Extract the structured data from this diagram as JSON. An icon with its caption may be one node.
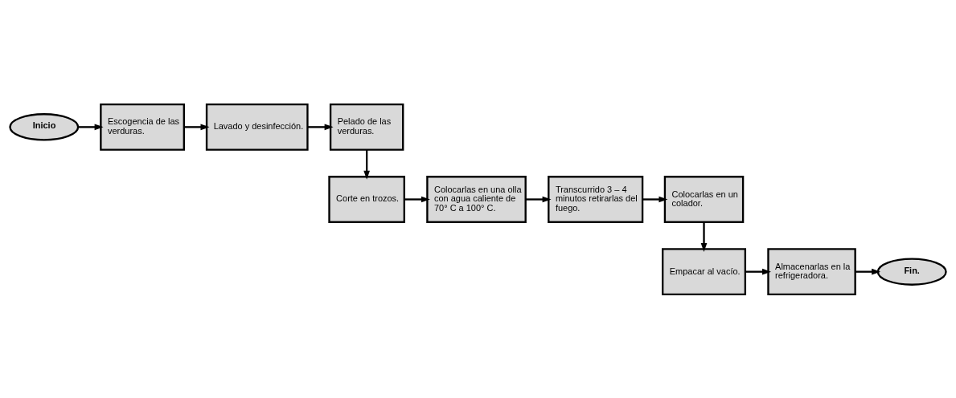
{
  "diagram": {
    "nodes": [
      {
        "text": [
          "Inicio"
        ]
      },
      {
        "text": [
          "Escogencia de las verduras."
        ]
      },
      {
        "text": [
          "Lavado y desinfección."
        ]
      },
      {
        "text": [
          "Pelado de las verduras."
        ]
      },
      {
        "text": [
          "Corte en trozos."
        ]
      },
      {
        "text": [
          "Colocarlas en una olla con agua caliente de 70° C a 100° C."
        ]
      },
      {
        "text": [
          "Transcurrido 3 – 4 minutos retirarlas del fuego."
        ]
      },
      {
        "text": [
          "Colocarlas en un colador."
        ]
      },
      {
        "text": [
          "Empacar al vacío."
        ]
      },
      {
        "text": [
          "Almacenarlas en la refrigeradora."
        ]
      },
      {
        "text": [
          "Fin."
        ]
      }
    ],
    "edges": [
      {
        "from": 0,
        "to": 1,
        "arrow": "to"
      },
      {
        "from": 1,
        "to": 2,
        "arrow": "to"
      },
      {
        "from": 2,
        "to": 3,
        "arrow": "to"
      },
      {
        "from": 3,
        "to": 4,
        "arrow": "to"
      },
      {
        "from": 4,
        "to": 5,
        "arrow": "to"
      },
      {
        "from": 5,
        "to": 6,
        "arrow": "to"
      },
      {
        "from": 6,
        "to": 7,
        "arrow": "to"
      },
      {
        "from": 7,
        "to": 8,
        "arrow": "to"
      },
      {
        "from": 8,
        "to": 9,
        "arrow": "to"
      },
      {
        "from": 9,
        "to": 10,
        "arrow": "to"
      }
    ]
  }
}
